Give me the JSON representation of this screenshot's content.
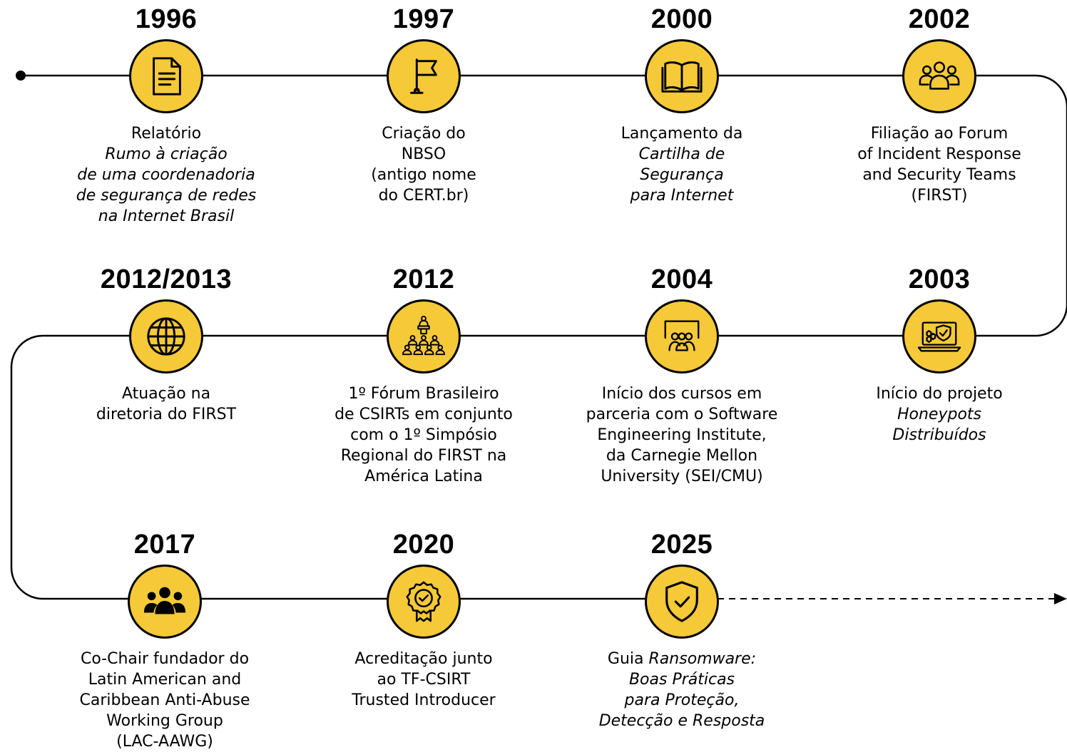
{
  "colors": {
    "accent": "#f5c938",
    "line": "#000000",
    "text": "#000000",
    "background": "#ffffff"
  },
  "milestones": [
    {
      "year": "1996",
      "icon": "document-icon",
      "lines": [
        {
          "text": "Relatório"
        },
        {
          "text": "Rumo à criação",
          "italic": true
        },
        {
          "text": "de uma coordenadoria",
          "italic": true
        },
        {
          "text": "de segurança de redes",
          "italic": true
        },
        {
          "text": "na Internet Brasil",
          "italic": true
        }
      ]
    },
    {
      "year": "1997",
      "icon": "flag-icon",
      "lines": [
        {
          "text": "Criação do"
        },
        {
          "text": "NBSO"
        },
        {
          "text": "(antigo nome"
        },
        {
          "text": "do CERT.br)"
        }
      ]
    },
    {
      "year": "2000",
      "icon": "open-book-icon",
      "lines": [
        {
          "text": "Lançamento da"
        },
        {
          "text": "Cartilha de",
          "italic": true
        },
        {
          "text": "Segurança",
          "italic": true
        },
        {
          "text": "para Internet",
          "italic": true
        }
      ]
    },
    {
      "year": "2002",
      "icon": "team-outline-icon",
      "lines": [
        {
          "text": "Filiação ao Forum"
        },
        {
          "text": "of Incident Response"
        },
        {
          "text": "and Security Teams"
        },
        {
          "text": "(FIRST)"
        }
      ]
    },
    {
      "year": "2003",
      "icon": "laptop-shield-icon",
      "lines": [
        {
          "text": "Início do projeto"
        },
        {
          "text": "Honeypots",
          "italic": true
        },
        {
          "text": "Distribuídos",
          "italic": true
        }
      ]
    },
    {
      "year": "2004",
      "icon": "presentation-audience-icon",
      "lines": [
        {
          "text": "Início dos cursos em"
        },
        {
          "text": "parceria com o Software"
        },
        {
          "text": "Engineering Institute,"
        },
        {
          "text": "da Carnegie Mellon"
        },
        {
          "text": "University (SEI/CMU)"
        }
      ]
    },
    {
      "year": "2012",
      "icon": "conference-icon",
      "lines": [
        {
          "text": "1º Fórum Brasileiro"
        },
        {
          "text": "de CSIRTs em conjunto"
        },
        {
          "text": "com o 1º Simpósio"
        },
        {
          "text": "Regional do FIRST na"
        },
        {
          "text": "América Latina"
        }
      ]
    },
    {
      "year": "2012/2013",
      "icon": "globe-icon",
      "lines": [
        {
          "text": "Atuação na"
        },
        {
          "text": "diretoria do FIRST"
        }
      ]
    },
    {
      "year": "2017",
      "icon": "group-filled-icon",
      "lines": [
        {
          "text": "Co-Chair fundador do"
        },
        {
          "text": "Latin American and"
        },
        {
          "text": "Caribbean Anti-Abuse"
        },
        {
          "text": "Working Group"
        },
        {
          "text": "(LAC-AAWG)"
        }
      ]
    },
    {
      "year": "2020",
      "icon": "certified-badge-icon",
      "lines": [
        {
          "text": "Acreditação junto"
        },
        {
          "text": "ao TF-CSIRT"
        },
        {
          "text": "Trusted Introducer"
        }
      ]
    },
    {
      "year": "2025",
      "icon": "shield-check-icon",
      "lines": [
        {
          "text": "Guia",
          "mixed_italic": "Ransomware:"
        },
        {
          "text": "Boas Práticas",
          "italic": true
        },
        {
          "text": "para Proteção,",
          "italic": true
        },
        {
          "text": "Detecção e Resposta",
          "italic": true
        }
      ]
    }
  ]
}
